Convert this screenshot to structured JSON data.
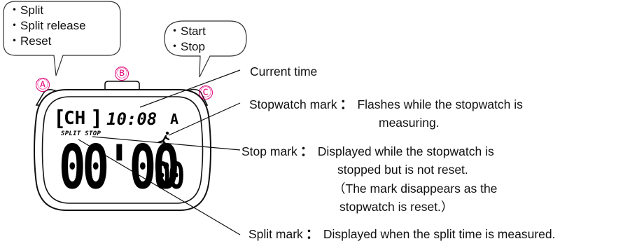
{
  "bubbles": {
    "left": [
      "Split",
      "Split release",
      "Reset"
    ],
    "right": [
      "Start",
      "Stop"
    ],
    "bullet": "・"
  },
  "buttons": {
    "a": "Ⓐ",
    "b": "Ⓑ",
    "c": "Ⓒ"
  },
  "display": {
    "mode": "CH",
    "time": "10:08",
    "ampm": "A",
    "split_stop": "SPLIT STOP",
    "stopwatch_main": "00'00",
    "stopwatch_quote": "\"",
    "stopwatch_hundredths": "00",
    "runner_icon": "runner-icon"
  },
  "labels": {
    "current_time": "Current time",
    "stopwatch_mark": {
      "name": "Stopwatch mark",
      "desc1": "Flashes while the stopwatch is",
      "desc2": "measuring."
    },
    "stop_mark": {
      "name": "Stop mark",
      "desc1": "Displayed while the stopwatch is",
      "desc2": "stopped but is not reset.",
      "note1": "（The mark disappears as the",
      "note2": "stopwatch is reset.）"
    },
    "split_mark": {
      "name": "Split mark",
      "desc1": "Displayed when the split time is measured."
    },
    "colon": "："
  },
  "colors": {
    "accent": "#e2007a",
    "line": "#111111"
  }
}
